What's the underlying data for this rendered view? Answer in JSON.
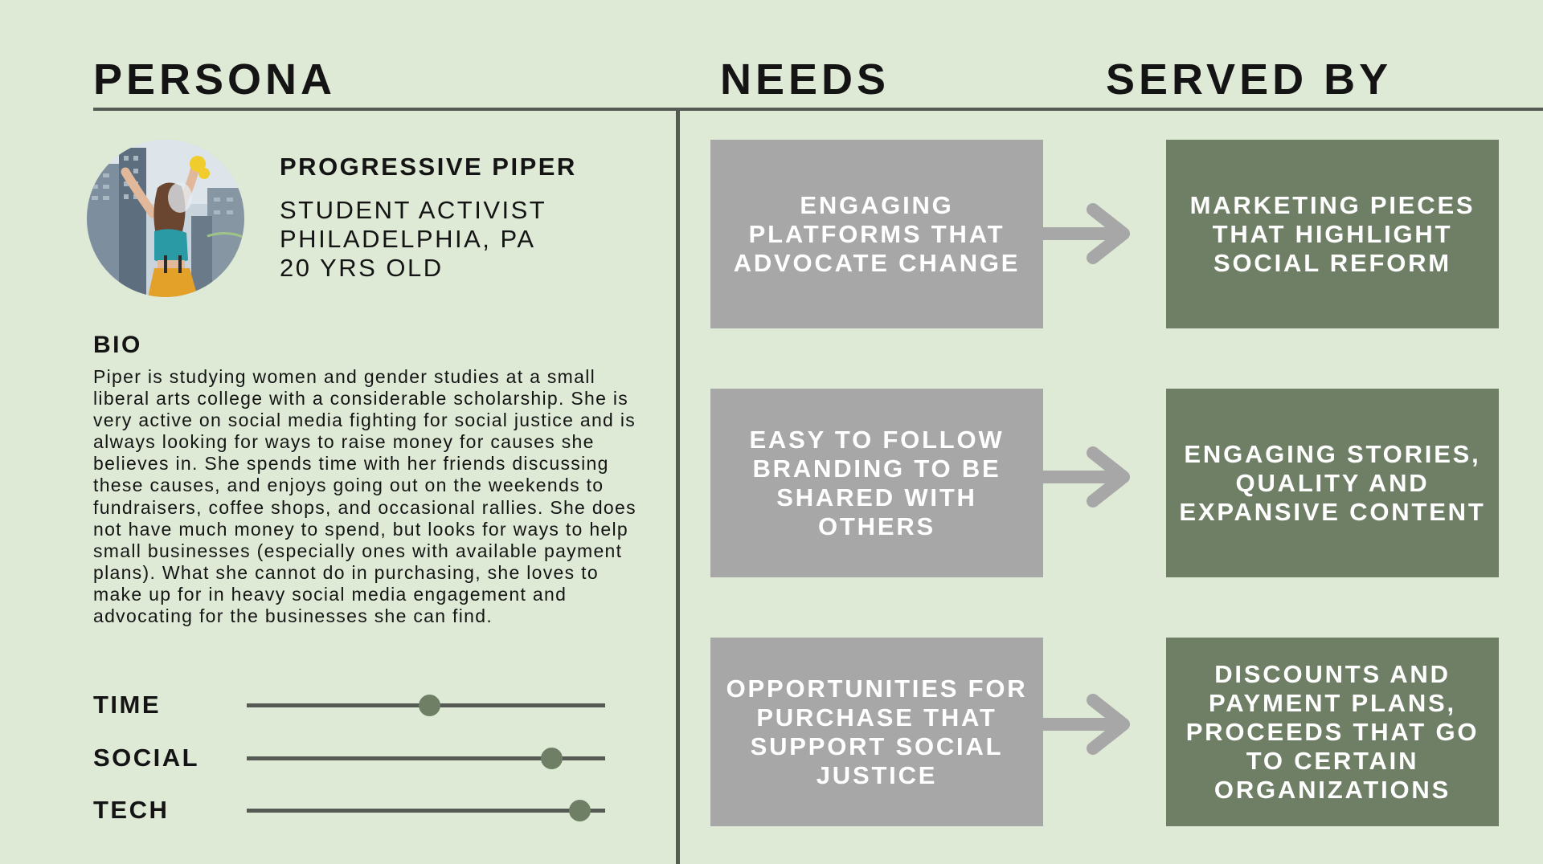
{
  "headings": {
    "persona": "PERSONA",
    "needs": "NEEDS",
    "served_by": "SERVED BY"
  },
  "persona": {
    "name": "PROGRESSIVE PIPER",
    "details": [
      "STUDENT ACTIVIST",
      "PHILADELPHIA, PA",
      "20 YRS OLD"
    ],
    "bio_title": "BIO",
    "bio": "Piper is studying women and gender studies at a small liberal arts college with a considerable scholarship. She is very active on social media fighting for social justice and is always looking for ways to raise money for causes she believes in. She spends time with her friends discussing these causes, and enjoys going out on the weekends to fundraisers, coffee shops, and occasional rallies. She does not have much money to spend, but looks for ways to help small businesses (especially ones with available payment plans). What she cannot do in purchasing, she loves to make up for in heavy social media engagement and advocating for the businesses she can find."
  },
  "sliders": [
    {
      "label": "TIME",
      "value": 0.51
    },
    {
      "label": "SOCIAL",
      "value": 0.85
    },
    {
      "label": "TECH",
      "value": 0.93
    }
  ],
  "needs": [
    "ENGAGING PLATFORMS THAT ADVOCATE CHANGE",
    "EASY TO FOLLOW BRANDING TO BE SHARED WITH OTHERS",
    "OPPORTUNITIES FOR PURCHASE THAT SUPPORT SOCIAL JUSTICE"
  ],
  "served_by": [
    "MARKETING PIECES THAT HIGHLIGHT SOCIAL REFORM",
    "ENGAGING STORIES, QUALITY AND EXPANSIVE CONTENT",
    "DISCOUNTS AND PAYMENT PLANS, PROCEEDS THAT GO TO CERTAIN ORGANIZATIONS"
  ],
  "colors": {
    "background": "#deead6",
    "need_box": "#a7a7a7",
    "served_box": "#6f7f66",
    "divider": "#555a55",
    "arrow": "#a7a7a7"
  },
  "icons": {
    "arrow": "right-arrow-icon",
    "avatar": "persona-photo"
  }
}
